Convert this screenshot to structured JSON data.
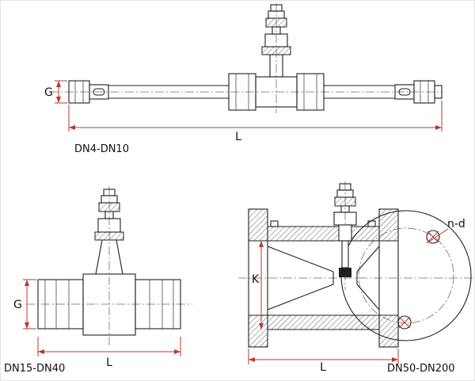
{
  "figure": {
    "colors": {
      "background": "#ffffff",
      "line": "#1f1f1f",
      "centerline": "#6b6b6b",
      "dimension": "#b8382c"
    },
    "views": {
      "dn4_dn10": {
        "caption": "DN4-DN10",
        "dim_g": "G",
        "dim_l": "L"
      },
      "dn15_dn40": {
        "caption": "DN15-DN40",
        "dim_g": "G",
        "dim_l": "L"
      },
      "dn50_dn200": {
        "caption": "DN50-DN200",
        "dim_k": "K",
        "dim_l": "L",
        "dim_nd": "n-d"
      }
    }
  }
}
